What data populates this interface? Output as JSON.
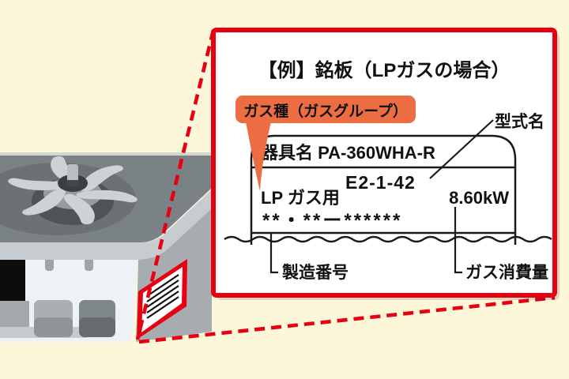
{
  "colors": {
    "background": "#FBF7D8",
    "accent_red": "#E60012",
    "callout_orange": "#EC6D42",
    "ink": "#111111",
    "stove_top_gray": "#7B8286",
    "stove_side_gray": "#A7ACB0",
    "stove_rim_gray": "#C7CCD0",
    "stove_front_white": "#EDF2F7"
  },
  "icons": {
    "stove": "tabletop-gas-stove-illustration",
    "nameplate_thumbnail": "nameplate-sticker-with-lines",
    "magnifier_lines": "red-dashed-callout-lines"
  },
  "detail_box": {
    "title": "【例】銘板（LPガスの場合）",
    "callout_gas_type": "ガス種（ガスグループ）",
    "label_model_name": "型式名",
    "label_serial_number": "製造番号",
    "label_gas_consumption": "ガス消費量",
    "nameplate": {
      "appliance_name": "器具名 PA-360WHA-R",
      "approval_code": "E2-1-42",
      "gas_type": "LP ガス用",
      "gas_consumption": "8.60kW",
      "serial_mask": "**・**ー******"
    }
  }
}
